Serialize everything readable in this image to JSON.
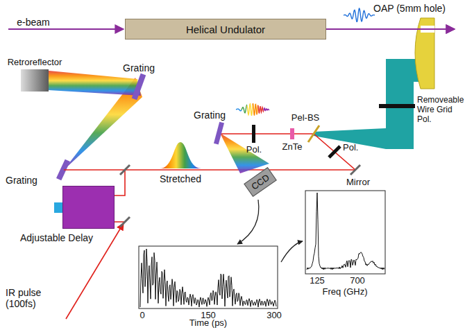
{
  "diagram": {
    "nodes": [
      {
        "text": [
          "Helical Undulator"
        ]
      },
      {
        "text": [
          "Retroreflector"
        ]
      },
      {
        "text": [
          "CCD"
        ]
      },
      {
        "text": [
          "Adjustable Delay"
        ]
      }
    ],
    "labels": [
      "e-beam",
      "OAP (5mm hole)",
      "Removeable Wire Grid Pol.",
      "Grating",
      "Grating",
      "Stretched",
      "Grating",
      "Pol.",
      "ZnTe",
      "Pel-BS",
      "Pol.",
      "Mirror",
      "IR pulse (100fs)",
      "0",
      "150",
      "300",
      "Time (ps)",
      "125",
      "700",
      "Freq (GHz)"
    ]
  }
}
